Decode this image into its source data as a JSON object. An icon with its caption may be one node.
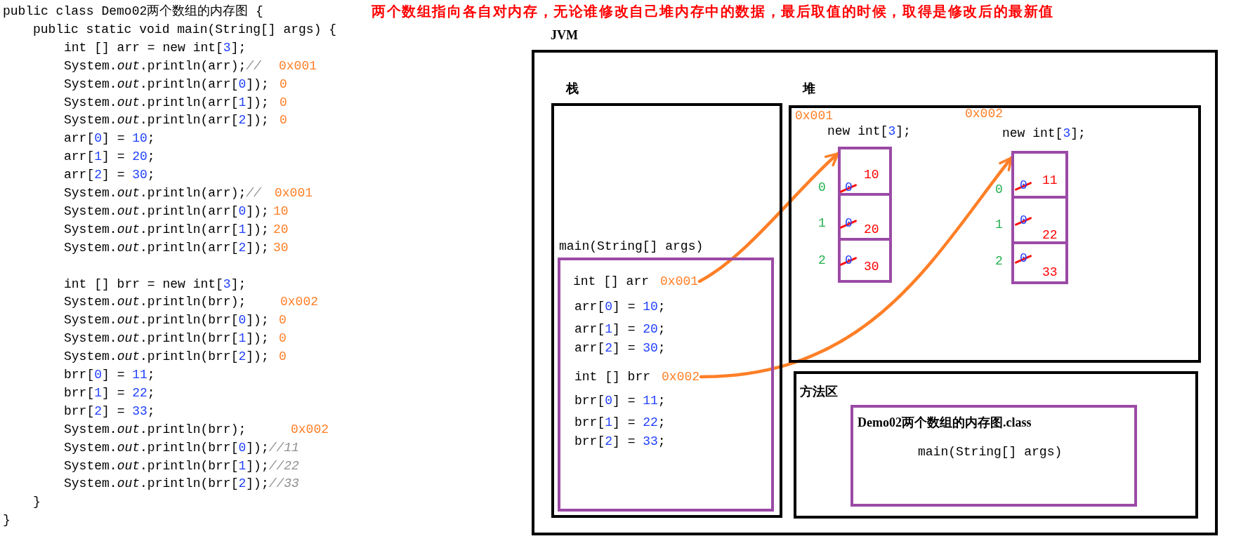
{
  "diagram": {
    "nodes": [
      {
        "text": [
          "JVM"
        ]
      },
      {
        "text": [
          "栈"
        ],
        "in": 0
      },
      {
        "text": [
          "main(String[] args)"
        ],
        "in": 1
      },
      {
        "text": [
          "int [] arr",
          "0x001"
        ],
        "in": 2
      },
      {
        "text": [
          "int [] brr",
          "0x002"
        ],
        "in": 2
      },
      {
        "text": [
          "堆"
        ],
        "in": 0
      },
      {
        "text": [
          "new int[3];"
        ],
        "beside": [
          "0x001"
        ],
        "in": 5
      },
      {
        "text": [
          "0",
          "10"
        ],
        "beside": [
          "0"
        ],
        "in": 6
      },
      {
        "text": [
          "0",
          "20"
        ],
        "beside": [
          "1"
        ],
        "in": 6
      },
      {
        "text": [
          "0",
          "30"
        ],
        "beside": [
          "2"
        ],
        "in": 6
      },
      {
        "text": [
          "new int[3];"
        ],
        "beside": [
          "0x002"
        ],
        "in": 5
      },
      {
        "text": [
          "0",
          "11"
        ],
        "beside": [
          "0"
        ],
        "in": 10
      },
      {
        "text": [
          "0",
          "22"
        ],
        "beside": [
          "1"
        ],
        "in": 10
      },
      {
        "text": [
          "0",
          "33"
        ],
        "beside": [
          "2"
        ],
        "in": 10
      },
      {
        "text": [
          "方法区"
        ],
        "in": 0
      },
      {
        "text": [
          "Demo02两个数组的内存图.class",
          "main(String[] args)"
        ],
        "in": 14
      }
    ],
    "edges": [
      {
        "from": 3,
        "to": 6,
        "arrow": "to"
      },
      {
        "from": 4,
        "to": 10,
        "arrow": "to"
      }
    ],
    "labels": [
      "public class Demo02两个数组的内存图 {",
      "两个数组指向各自对内存，无论谁修改自己堆内存中的数据，最后取值的时候，取得是修改后的最新值",
      "public static void main(String[] args) {",
      "int [] arr = new int[3];",
      "System.*out*.println(arr);//",
      "0x001",
      "System.*out*.println(arr[0]);",
      "0",
      "System.*out*.println(arr[1]);",
      "0",
      "System.*out*.println(arr[2]);",
      "0",
      "arr[0] = 10;",
      "arr[1] = 20;",
      "arr[2] = 30;",
      "System.*out*.println(arr);//",
      "0x001",
      "System.*out*.println(arr[0]);",
      "10",
      "System.*out*.println(arr[1]);",
      "20",
      "System.*out*.println(arr[2]);",
      "30",
      "int [] brr = new int[3];",
      "System.*out*.println(brr);",
      "0x002",
      "System.*out*.println(brr[0]);",
      "0",
      "System.*out*.println(brr[1]);",
      "0",
      "System.*out*.println(brr[2]);",
      "0",
      "brr[0] = 11;",
      "brr[1] = 22;",
      "brr[2] = 33;",
      "System.*out*.println(brr);",
      "0x002",
      "System.*out*.println(brr[0]);//11",
      "System.*out*.println(brr[1]);//22",
      "System.*out*.println(brr[2]);//33",
      "}",
      "}",
      "arr[0] = 10;",
      "arr[1] = 20;",
      "arr[2] = 30;",
      "brr[0] = 11;",
      "brr[1] = 22;",
      "brr[2] = 33;"
    ]
  }
}
